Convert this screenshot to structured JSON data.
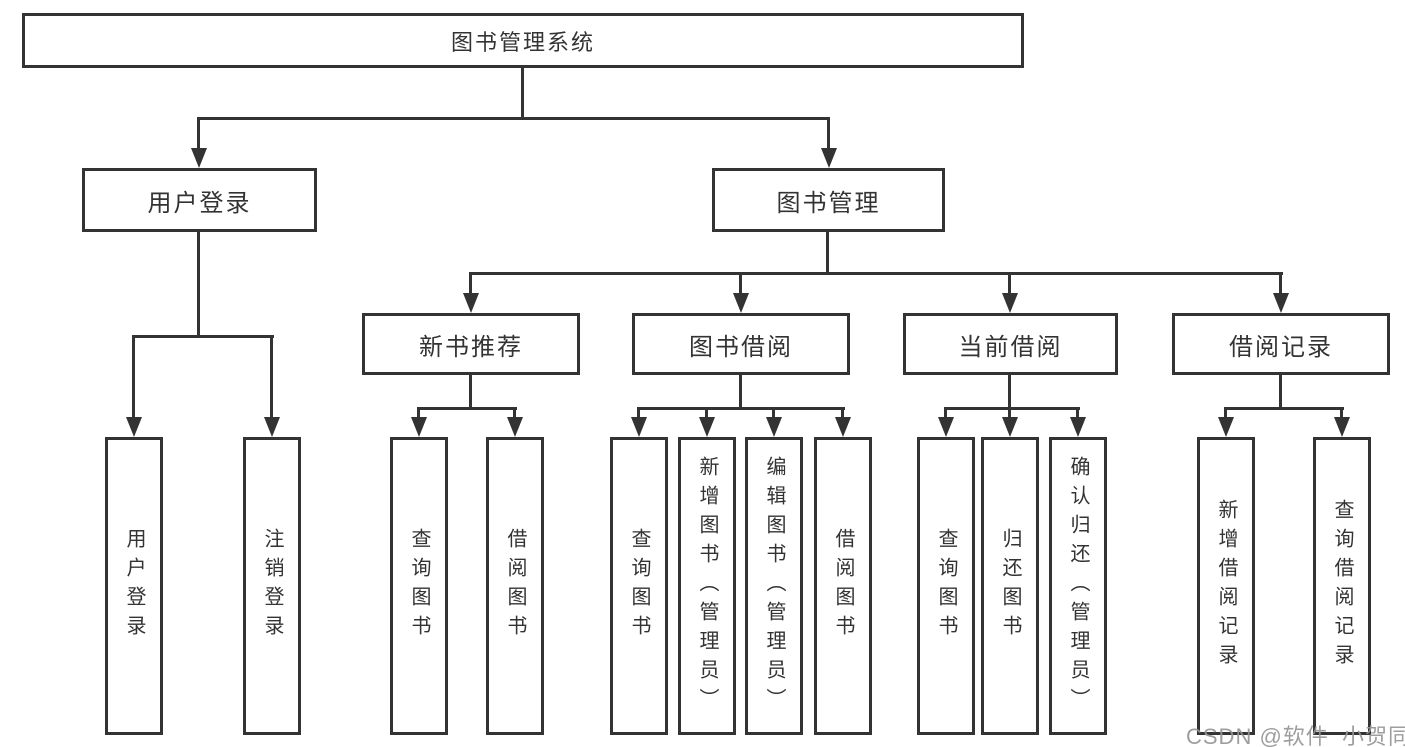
{
  "diagram": {
    "root": {
      "label": "图书管理系统"
    },
    "modules": [
      {
        "label": "用户登录",
        "children": [
          {
            "label": "用户登录"
          },
          {
            "label": "注销登录"
          }
        ]
      },
      {
        "label": "图书管理",
        "children": [
          {
            "label": "新书推荐",
            "children": [
              {
                "label": "查询图书"
              },
              {
                "label": "借阅图书"
              }
            ]
          },
          {
            "label": "图书借阅",
            "children": [
              {
                "label": "查询图书"
              },
              {
                "label": "新增图书（管理员）"
              },
              {
                "label": "编辑图书（管理员）"
              },
              {
                "label": "借阅图书"
              }
            ]
          },
          {
            "label": "当前借阅",
            "children": [
              {
                "label": "查询图书"
              },
              {
                "label": "归还图书"
              },
              {
                "label": "确认归还（管理员）"
              }
            ]
          },
          {
            "label": "借阅记录",
            "children": [
              {
                "label": "新增借阅记录"
              },
              {
                "label": "查询借阅记录"
              }
            ]
          }
        ]
      }
    ]
  },
  "watermark": {
    "text": "CSDN @软件_小贺同学"
  },
  "colors": {
    "line": "#333333",
    "background": "#ffffff",
    "watermark": "#969696"
  }
}
